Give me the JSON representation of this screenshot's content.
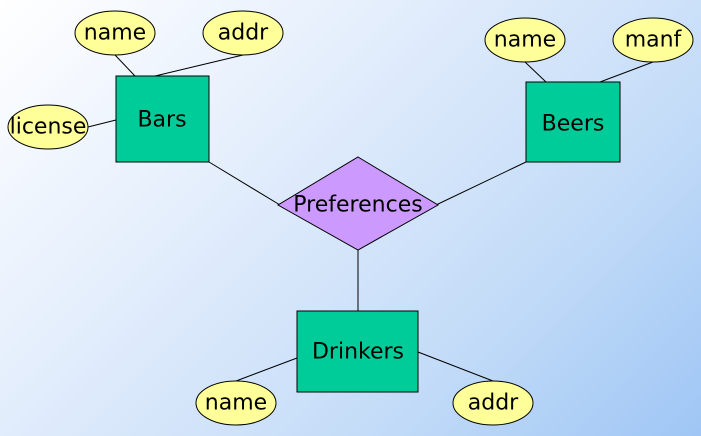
{
  "diagram": {
    "entities": {
      "bars": {
        "label": "Bars",
        "attributes": [
          "name",
          "addr",
          "license"
        ]
      },
      "beers": {
        "label": "Beers",
        "attributes": [
          "name",
          "manf"
        ]
      },
      "drinkers": {
        "label": "Drinkers",
        "attributes": [
          "name",
          "addr"
        ]
      }
    },
    "relationship": {
      "label": "Preferences"
    },
    "colors": {
      "entity": "#00cc99",
      "relationship": "#cc99ff",
      "attribute": "#ffff99"
    }
  }
}
